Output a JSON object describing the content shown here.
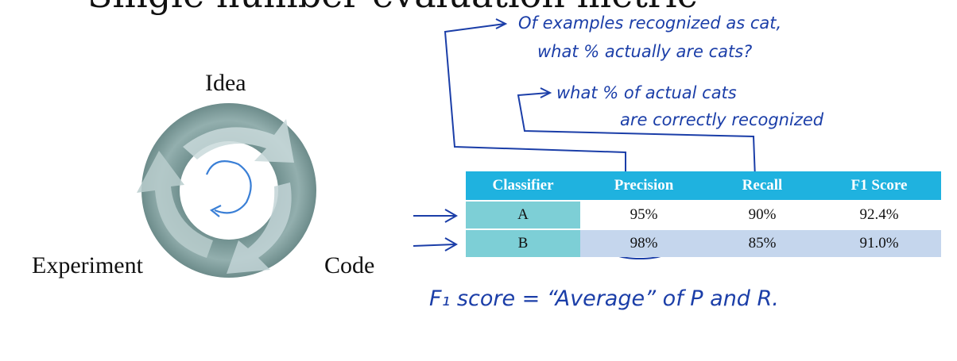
{
  "cycle": {
    "labels": {
      "idea": "Idea",
      "code": "Code",
      "experiment": "Experiment"
    },
    "colors": {
      "ring_dark": "#7e9e9c",
      "ring_light": "#c9d9db",
      "inner_arrow": "#3a7fd6"
    }
  },
  "table": {
    "headers": [
      "Classifier",
      "Precision",
      "Recall",
      "F1 Score"
    ],
    "rows": [
      {
        "classifier": "A",
        "precision": "95%",
        "recall": "90%",
        "f1": "92.4%"
      },
      {
        "classifier": "B",
        "precision": "98%",
        "recall": "85%",
        "f1": "91.0%"
      }
    ],
    "colors": {
      "header_bg": "#1fb2df",
      "name_cell_bg": "#7dcfd6",
      "row_b_bg": "#c5d6ed"
    }
  },
  "annotations": {
    "precision_note_line1": "Of examples recognized as cat,",
    "precision_note_line2": "what % actually are cats?",
    "recall_note_line1": "what % of actual cats",
    "recall_note_line2": "are correctly recognized",
    "f1_note": "F₁ score = “Average” of P and R.",
    "ink_color": "#1b3ea8"
  }
}
